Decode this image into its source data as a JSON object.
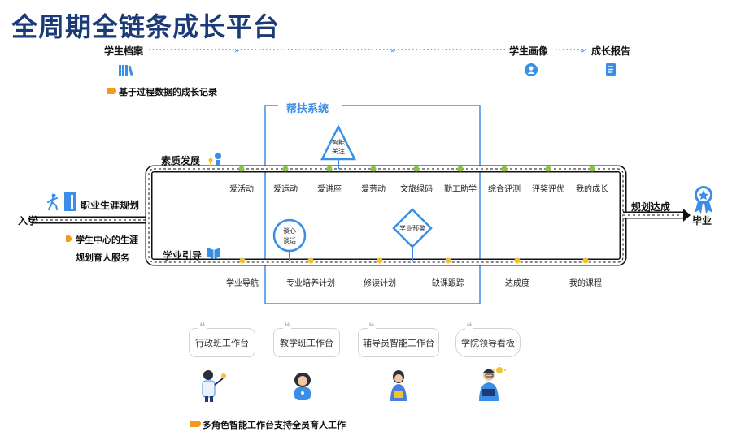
{
  "title": "全周期全链条成长平台",
  "timeline": {
    "student_file": "学生档案",
    "student_portrait": "学生画像",
    "growth_report": "成长报告",
    "note": "基于过程数据的成长记录"
  },
  "support_system": "帮扶系统",
  "quality": {
    "label": "素质发展",
    "items": [
      "爱活动",
      "爱运动",
      "爱讲座",
      "爱劳动",
      "文旅绿码",
      "勤工助学",
      "综合评测",
      "评奖评优",
      "我的成长"
    ]
  },
  "study": {
    "label": "学业引导",
    "items": [
      "学业导航",
      "专业培养计划",
      "修读计划",
      "缺课跟踪",
      "达成度",
      "我的课程"
    ]
  },
  "signs": {
    "smart_care": [
      "智能",
      "关注"
    ],
    "talk": [
      "谈心",
      "谈话"
    ],
    "warning": "学业预警"
  },
  "enroll": "入学",
  "career": "职业生涯规划",
  "center_note": [
    "学生中心的生涯",
    "规划育人服务"
  ],
  "plan_done": "规划达成",
  "graduate": "毕业",
  "workbenches": [
    "行政班工作台",
    "教学班工作台",
    "辅导员智能工作台",
    "学院领导看板"
  ],
  "bottom_note": "多角色智能工作台支持全员育人工作",
  "colors": {
    "title": "#1a3a78",
    "accent": "#3a8ee6",
    "green": "#8bc34a",
    "yellow": "#f2c230",
    "orange": "#f39a1e"
  }
}
